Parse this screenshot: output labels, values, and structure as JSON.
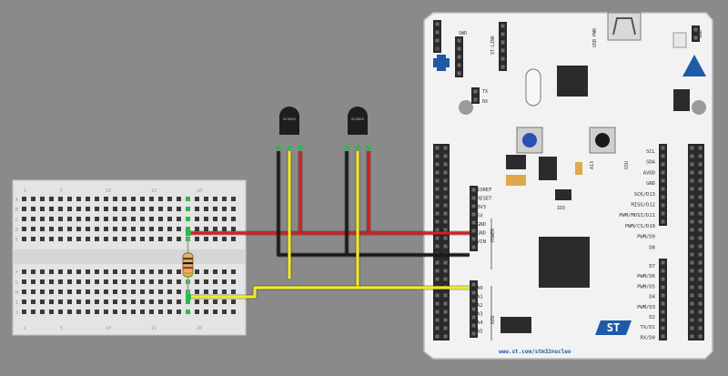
{
  "board": {
    "url": "www.st.com/stm32nucleo",
    "brand": "ST",
    "header_labels": {
      "gnd_left": "GND",
      "swd": "SWD",
      "st_link": "ST-LINK",
      "usb_pwr": "USB PWR",
      "gnd_right": "GND",
      "tx": "TX",
      "rx": "RX",
      "id_a": "ID3",
      "id_b": "A13",
      "id_c": "GSU"
    },
    "left_pins": [
      "IOREF",
      "RESET",
      "3V3",
      "5V",
      "GND",
      "GND",
      "VIN"
    ],
    "left_pins_analog": [
      "A0",
      "A1",
      "A2",
      "A3",
      "A4",
      "A5"
    ],
    "group_power": "POWER",
    "group_ain": "AIN",
    "right_pins": [
      "SCL",
      "SDA",
      "AVDD",
      "GND",
      "SCK/D13",
      "MISO/D12",
      "PWM/MOSI/D11",
      "PWM/CS/D10",
      "PWM/D9",
      "D8"
    ],
    "right_pins_low": [
      "D7",
      "PWM/D6",
      "PWM/D5",
      "D4",
      "PWM/D3",
      "D2",
      "TX/D1",
      "RX/D0"
    ]
  },
  "breadboard": {
    "row_letters": [
      "A",
      "B",
      "C",
      "D",
      "E",
      "F",
      "G",
      "H",
      "I",
      "J"
    ],
    "col_numbers": [
      "1",
      "5",
      "10",
      "15",
      "20"
    ]
  },
  "sensors": [
    {
      "id": "sensor-1",
      "label": "DS18B20"
    },
    {
      "id": "sensor-2",
      "label": "DS18B20"
    }
  ],
  "colors": {
    "background": "#8a8a8a",
    "board": "#f2f2f2",
    "breadboard": "#e4e4e4",
    "wire_red": "#d42020",
    "wire_black": "#1a1a1a",
    "wire_yellow": "#f2ea2a",
    "header": "#2a2a2a",
    "st_blue": "#1e5aa8"
  }
}
